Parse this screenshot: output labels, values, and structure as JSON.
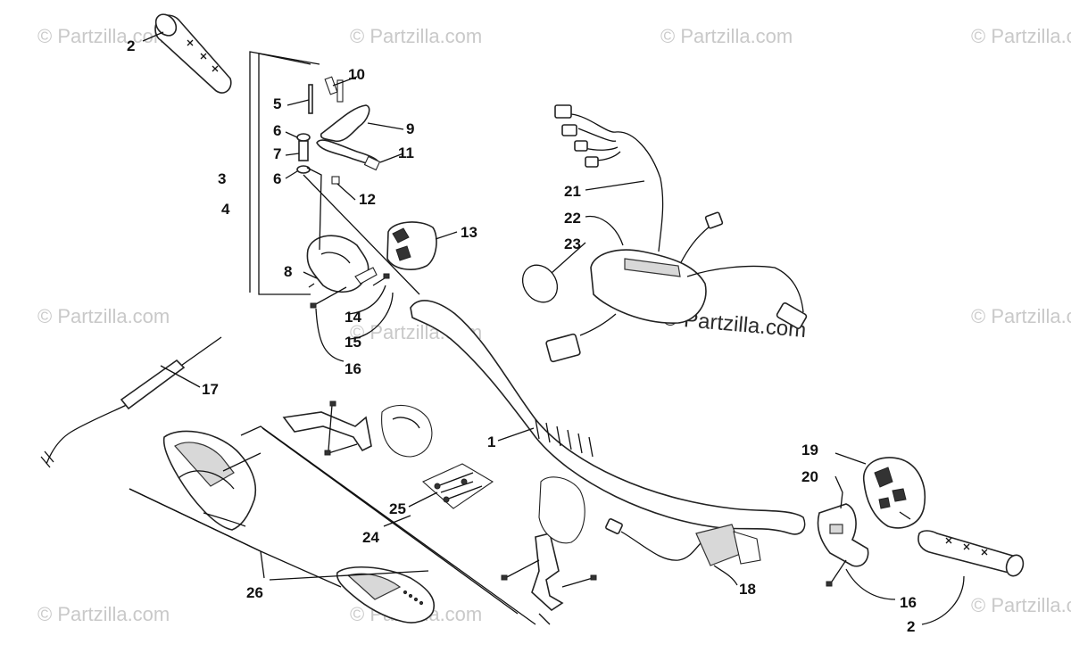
{
  "watermark": {
    "text": "© Partzilla.com",
    "bold_text": "© Partzilla.com"
  },
  "callouts": {
    "c1": "1",
    "c2a": "2",
    "c2b": "2",
    "c3": "3",
    "c4": "4",
    "c5": "5",
    "c6a": "6",
    "c6b": "6",
    "c7": "7",
    "c8": "8",
    "c9": "9",
    "c10": "10",
    "c11": "11",
    "c12": "12",
    "c13": "13",
    "c14": "14",
    "c15": "15",
    "c16a": "16",
    "c16b": "16",
    "c17": "17",
    "c18": "18",
    "c19": "19",
    "c20": "20",
    "c21": "21",
    "c22": "22",
    "c23": "23",
    "c24": "24",
    "c25": "25",
    "c26": "26"
  },
  "icons": [
    "handlebar-icon",
    "grip-icon",
    "throttle-lever-icon",
    "throttle-cable-icon",
    "wiring-harness-icon",
    "switch-housing-icon",
    "hand-guard-icon",
    "bracket-icon",
    "screw-icon",
    "heater-element-icon"
  ]
}
